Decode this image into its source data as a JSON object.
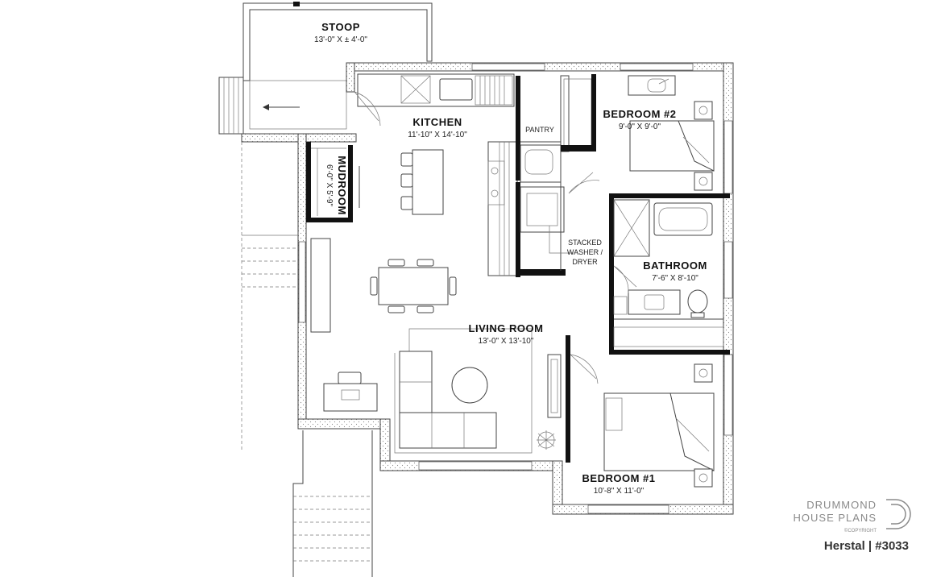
{
  "rooms": {
    "stoop": {
      "label": "STOOP",
      "dims": "13'-0\" X ± 4'-0\""
    },
    "kitchen": {
      "label": "KITCHEN",
      "dims": "11'-10\" X 14'-10\""
    },
    "pantry": {
      "label": "PANTRY"
    },
    "mudroom": {
      "label": "MUDROOM",
      "dims": "6'-0\" X 5'-9\""
    },
    "bedroom2": {
      "label": "BEDROOM #2",
      "dims": "9'-0\" X 9'-0\""
    },
    "bathroom": {
      "label": "BATHROOM",
      "dims": "7'-6\" X 8'-10\""
    },
    "living": {
      "label": "LIVING ROOM",
      "dims": "13'-0\" X 13'-10\""
    },
    "bedroom1": {
      "label": "BEDROOM #1",
      "dims": "10'-8\" X 11'-0\""
    },
    "laundry": {
      "line1": "STACKED",
      "line2": "WASHER /",
      "line3": "DRYER"
    }
  },
  "brand": {
    "line1": "DRUMMOND",
    "line2": "HOUSE PLANS",
    "copyright": "©COPYRIGHT",
    "plan_name": "Herstal | #3033"
  }
}
